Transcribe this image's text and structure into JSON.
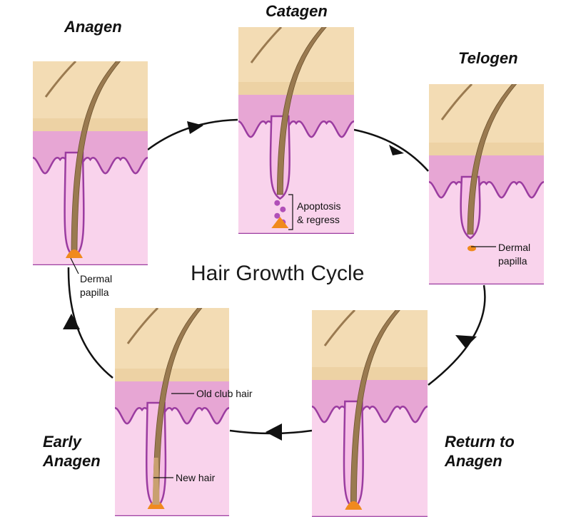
{
  "title": "Hair Growth Cycle",
  "stages": [
    {
      "id": "anagen",
      "name": "Anagen"
    },
    {
      "id": "catagen",
      "name": "Catagen"
    },
    {
      "id": "telogen",
      "name": "Telogen"
    },
    {
      "id": "return",
      "name_lines": [
        "Return to",
        "Anagen"
      ]
    },
    {
      "id": "early",
      "name_lines": [
        "Early",
        "Anagen"
      ]
    }
  ],
  "callouts": {
    "anagen_papilla": [
      "Dermal",
      "papilla"
    ],
    "catagen_apoptosis": [
      "Apoptosis",
      "& regress"
    ],
    "telogen_papilla": [
      "Dermal",
      "papilla"
    ],
    "early_old_hair": "Old club hair",
    "early_new_hair": "New hair"
  },
  "colors": {
    "epidermis": "#f3dcb4",
    "epidermis_band": "#edd2a4",
    "dermis_upper": "#e7a6d4",
    "dermis_lower": "#f9d3ec",
    "membrane": "#9b3ca0",
    "hair": "#9a7a50",
    "papilla": "#f08a1e",
    "cycle_line": "#111111"
  }
}
